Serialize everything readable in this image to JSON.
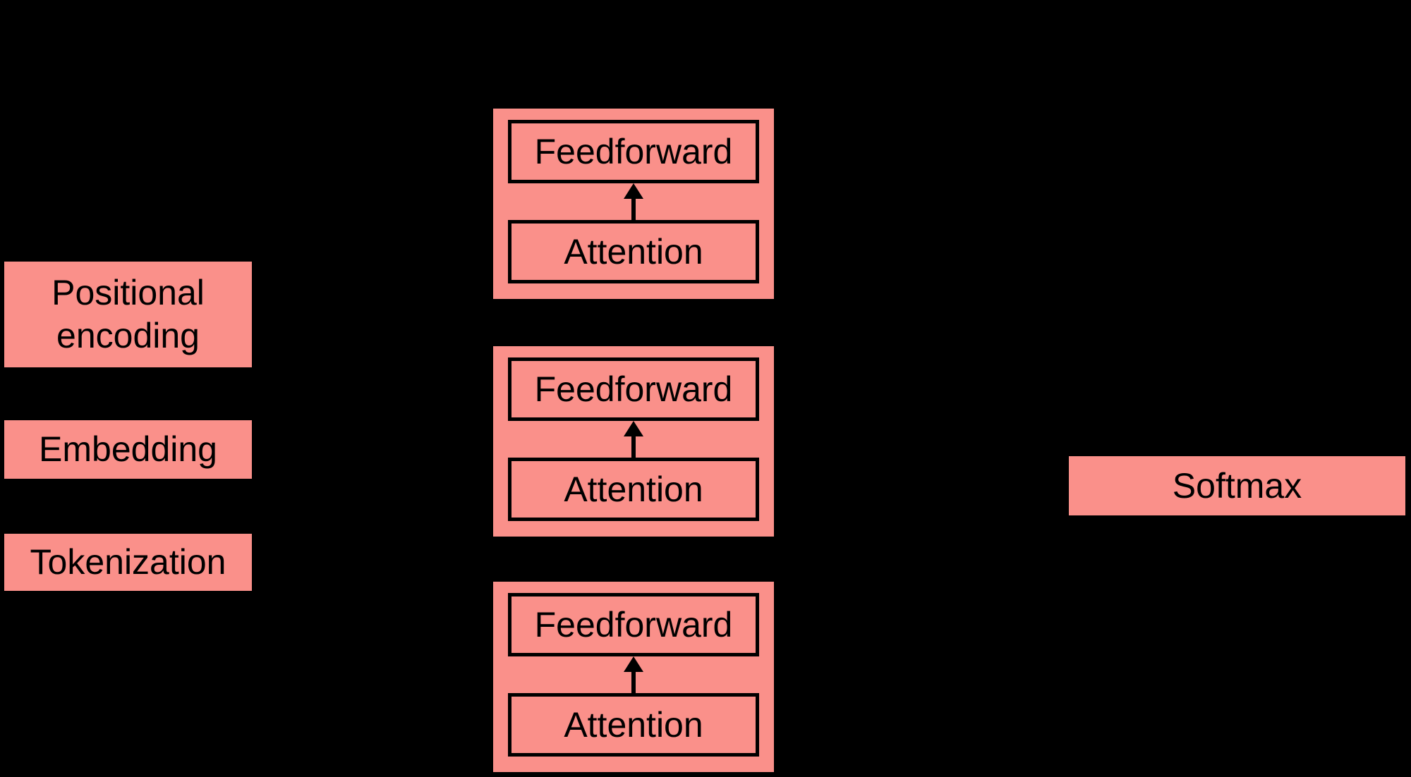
{
  "diagram": {
    "colors": {
      "background": "#000000",
      "box_fill": "#FA908A",
      "text": "#000000",
      "border": "#000000"
    },
    "input_pipeline": {
      "positional_encoding": "Positional encoding",
      "embedding": "Embedding",
      "tokenization": "Tokenization"
    },
    "transformer_blocks": [
      {
        "feedforward": "Feedforward",
        "attention": "Attention"
      },
      {
        "feedforward": "Feedforward",
        "attention": "Attention"
      },
      {
        "feedforward": "Feedforward",
        "attention": "Attention"
      }
    ],
    "output": {
      "softmax": "Softmax"
    }
  }
}
